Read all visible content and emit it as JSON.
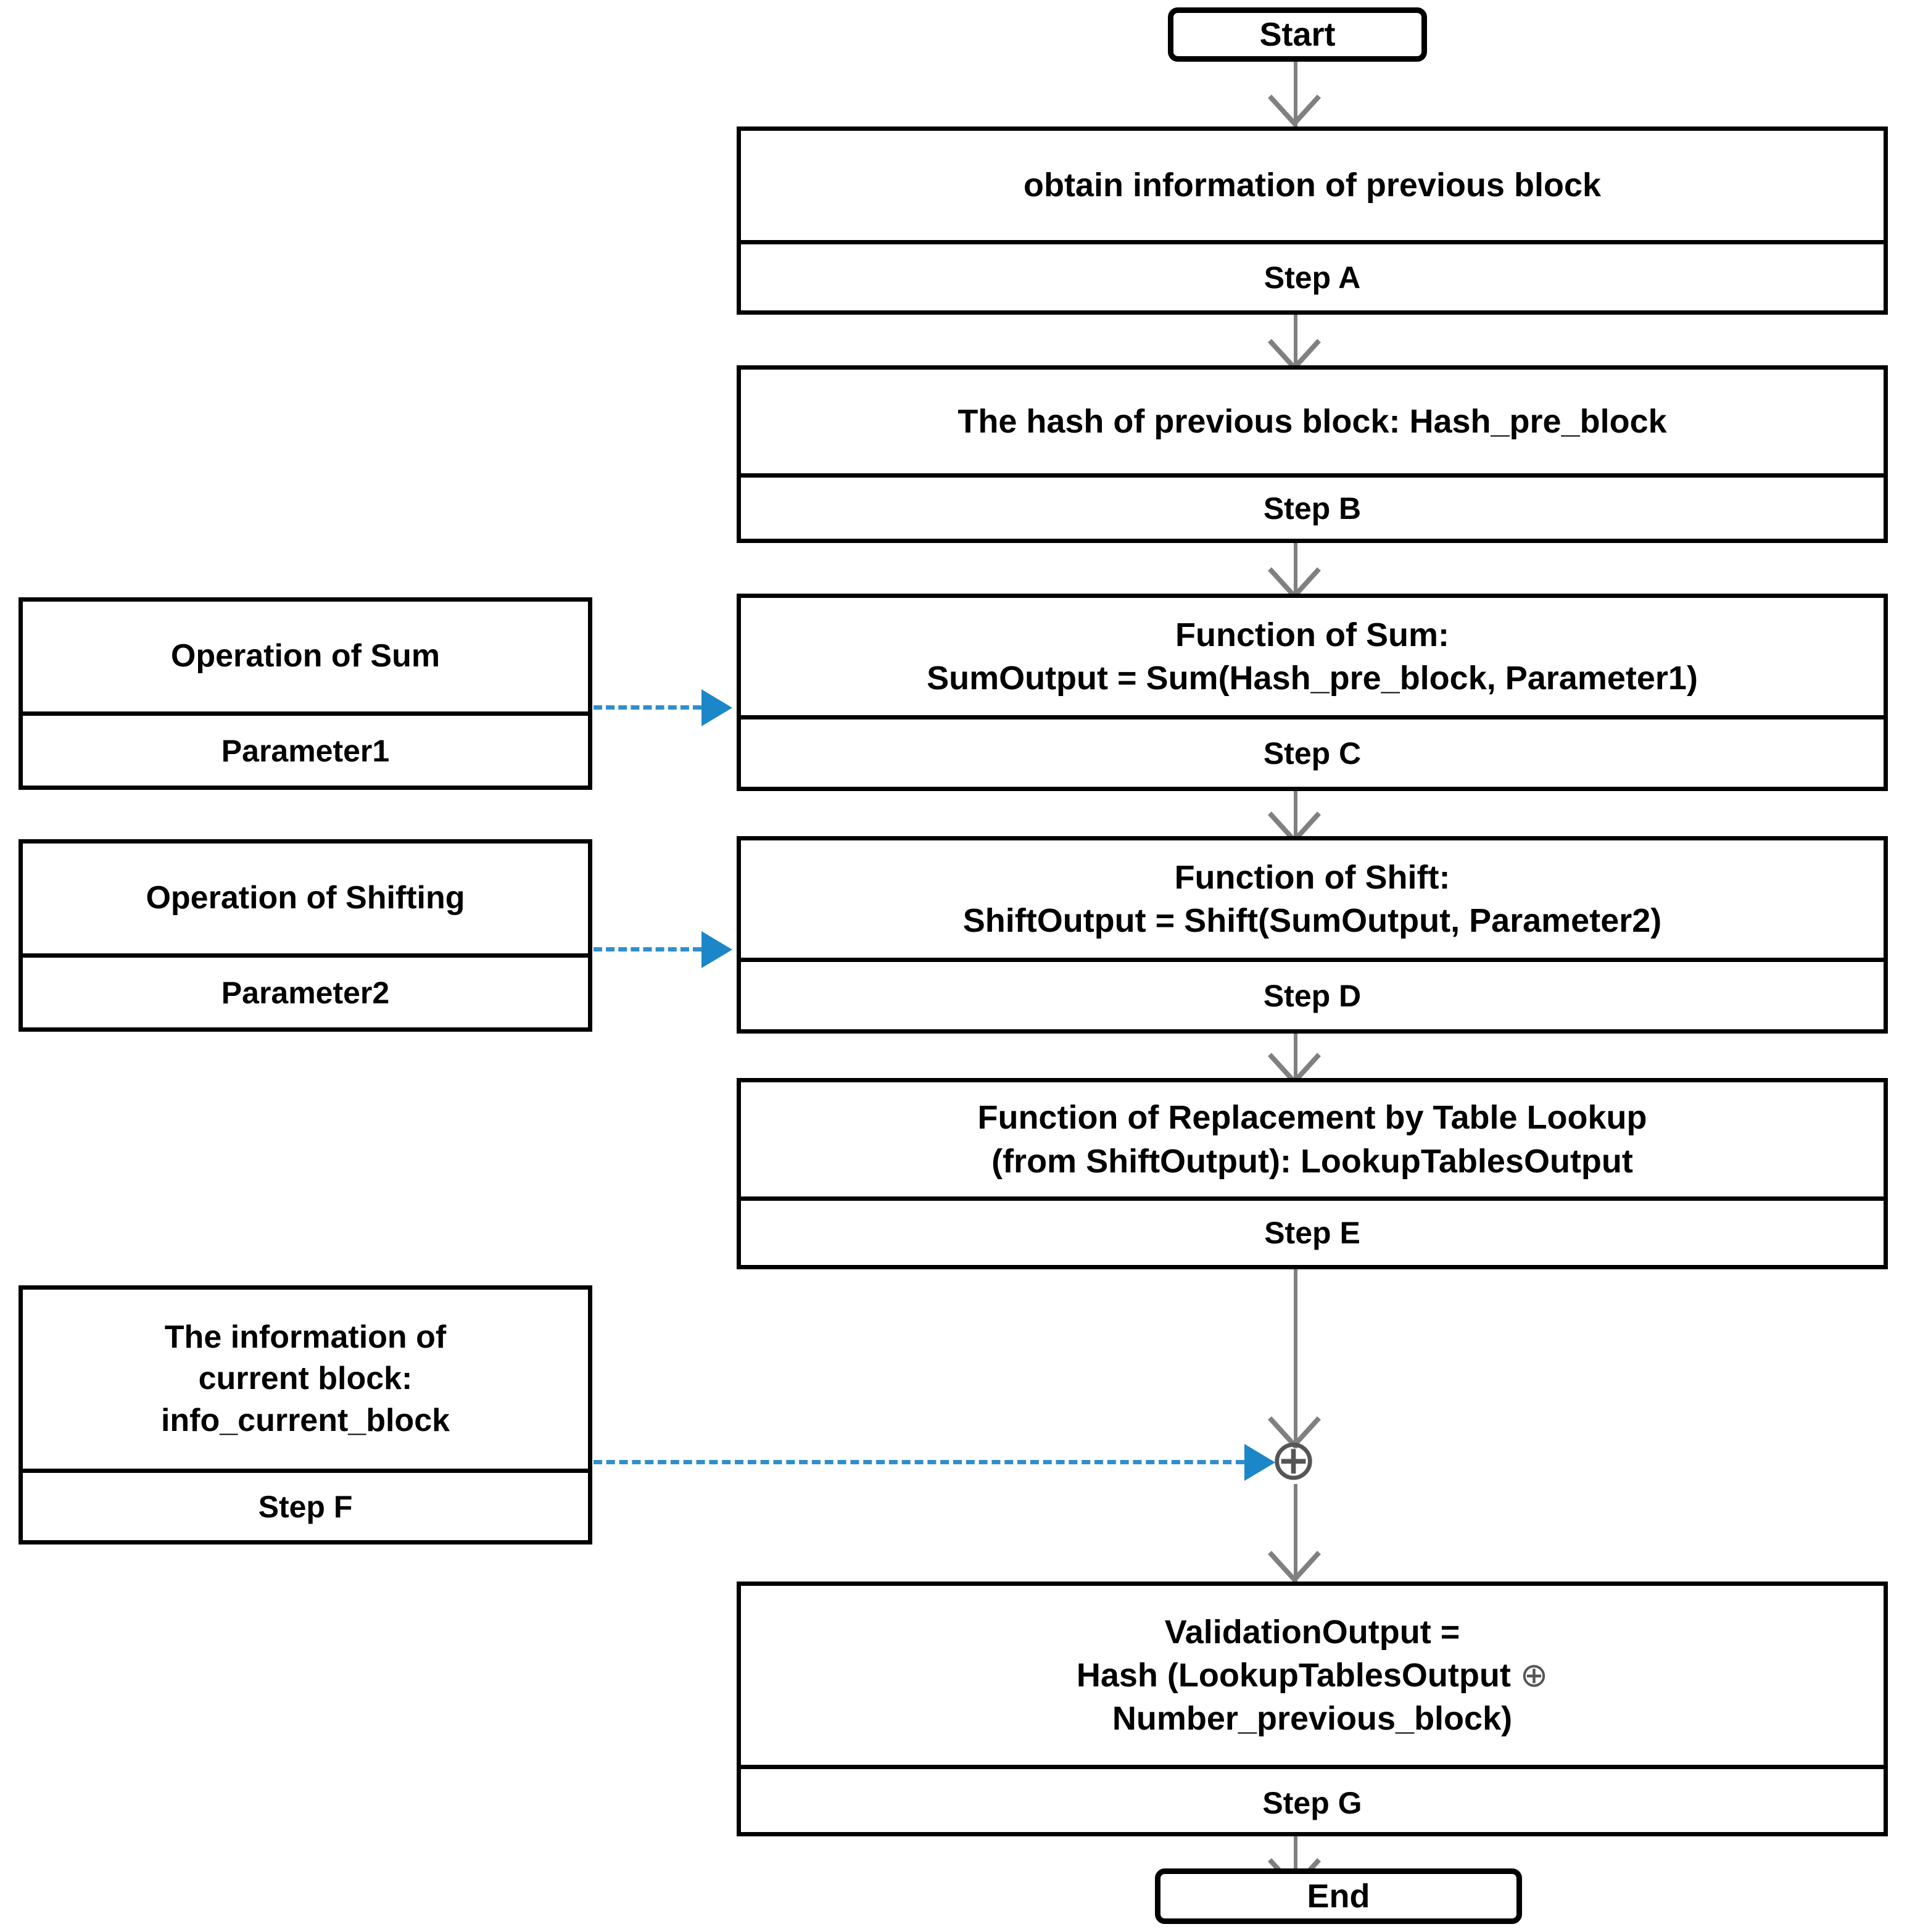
{
  "diagram": {
    "title": "Blockchain block validation flowchart",
    "accent_blue": "#1b87c9",
    "connector_gray": "#808080",
    "box_border": "#000000"
  },
  "terminators": {
    "start": "Start",
    "end": "End"
  },
  "main_nodes": [
    {
      "id": "step-a",
      "body": "obtain information of previous block",
      "step": "Step A"
    },
    {
      "id": "step-b",
      "body": "The hash of previous block: Hash_pre_block",
      "step": "Step B"
    },
    {
      "id": "step-c",
      "body_line1": "Function of Sum:",
      "body_line2": "SumOutput  =  Sum(Hash_pre_block, Parameter1)",
      "step": "Step C"
    },
    {
      "id": "step-d",
      "body_line1": "Function of Shift:",
      "body_line2": "ShiftOutput = Shift(SumOutput, Parameter2)",
      "step": "Step D"
    },
    {
      "id": "step-e",
      "body_line1": "Function of Replacement by Table Lookup",
      "body_line2": "(from ShiftOutput): LookupTablesOutput",
      "step": "Step E"
    },
    {
      "id": "step-g",
      "body_line1": "ValidationOutput =",
      "body_line2a": "Hash (LookupTablesOutput",
      "body_line2b": "⊕",
      "body_line3": "Number_previous_block)",
      "step": "Step G"
    }
  ],
  "side_nodes": [
    {
      "id": "operation-of-sum",
      "body": "Operation of Sum",
      "step": "Parameter1"
    },
    {
      "id": "operation-of-shifting",
      "body": "Operation of Shifting",
      "step": "Parameter2"
    },
    {
      "id": "info-current-block",
      "body_line1": "The information of",
      "body_line2": "current block:",
      "body_line3": "info_current_block",
      "step": "Step F"
    }
  ],
  "junction": {
    "xor_symbol": "⊕"
  }
}
